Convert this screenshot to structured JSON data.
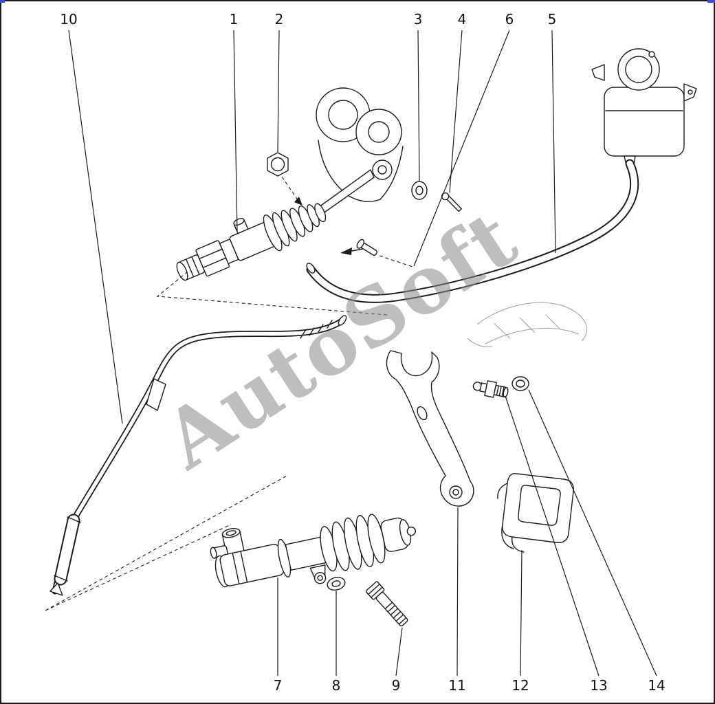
{
  "watermark": "AutoSoft",
  "colors": {
    "background": "#ffffff",
    "line": "#1a1a1a",
    "watermark_gray": "#8a8a8a",
    "scan_artifact_blue": "#3d4ae0"
  },
  "callouts": {
    "top": [
      {
        "label": "10"
      },
      {
        "label": "1"
      },
      {
        "label": "2"
      },
      {
        "label": "3"
      },
      {
        "label": "4"
      },
      {
        "label": "6"
      },
      {
        "label": "5"
      }
    ],
    "bottom": [
      {
        "label": "7"
      },
      {
        "label": "8"
      },
      {
        "label": "9"
      },
      {
        "label": "11"
      },
      {
        "label": "12"
      },
      {
        "label": "13"
      },
      {
        "label": "14"
      }
    ]
  }
}
